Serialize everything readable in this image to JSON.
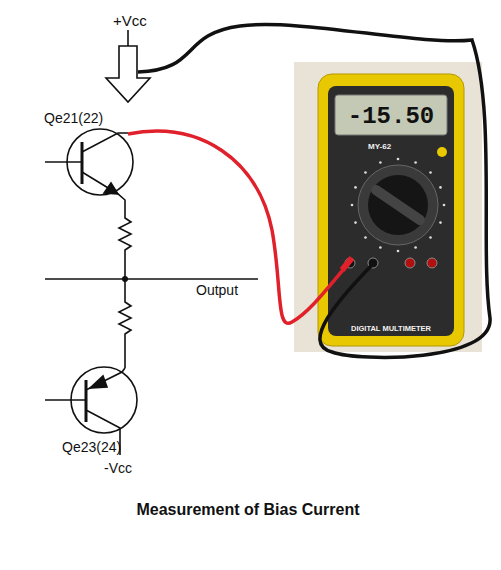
{
  "diagram": {
    "caption": "Measurement of Bias Current",
    "nodes": [
      {
        "text": [
          "-15.50",
          "MY-62",
          "DIGITAL MULTIMETER"
        ]
      }
    ],
    "labels": [
      "+Vcc",
      "Qe21(22)",
      "Output",
      "Qe23(24)",
      "-Vcc"
    ]
  }
}
